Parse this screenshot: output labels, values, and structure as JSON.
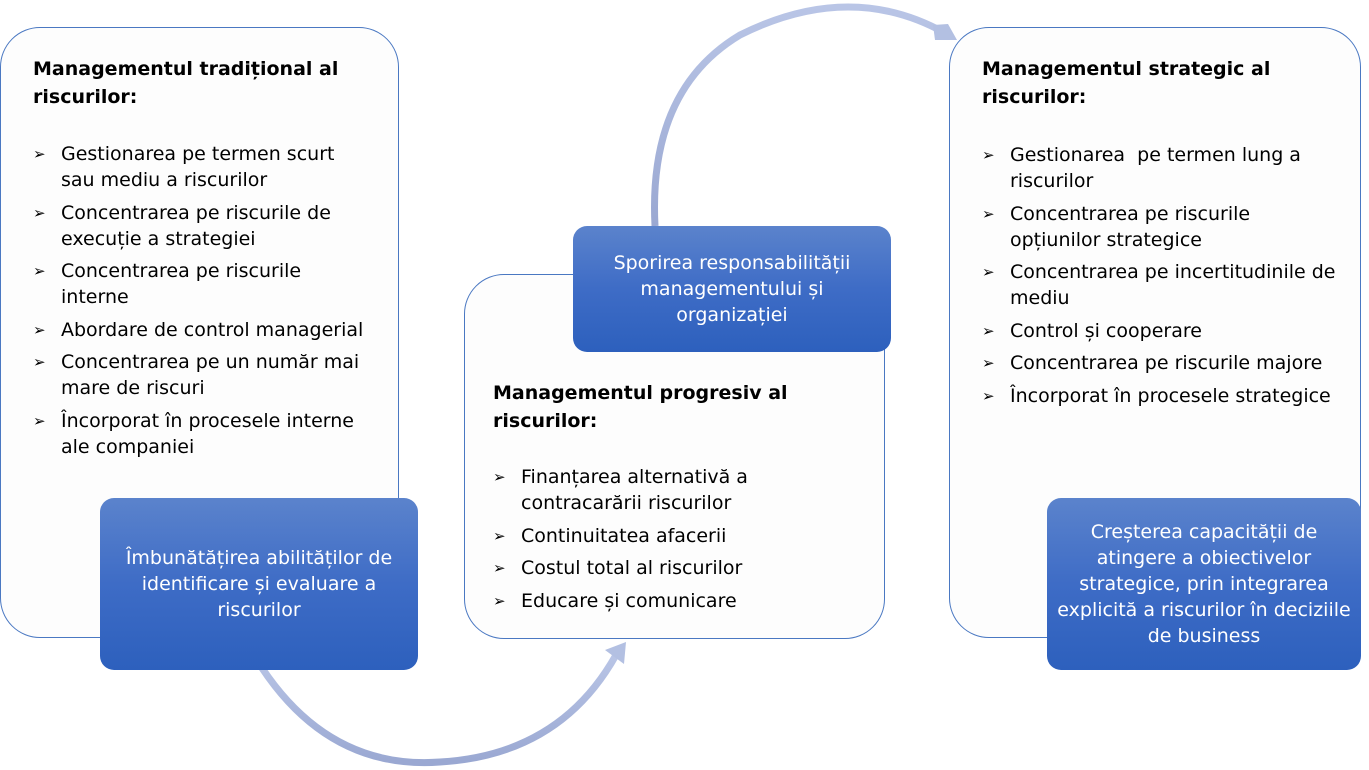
{
  "colors": {
    "panel_border": "#4a78c2",
    "callout_top": "#5b83cc",
    "callout_bottom": "#2d60bd",
    "arrow": "#b3c0e2"
  },
  "bullet_icon": "arrowhead-bullet",
  "bullet_glyph": "➢",
  "panels": [
    {
      "title": "Managementul tradițional al riscurilor:",
      "items": [
        "Gestionarea pe termen scurt sau mediu a riscurilor",
        "Concentrarea pe riscurile de execuție a strategiei",
        "Concentrarea pe riscurile interne",
        "Abordare de control managerial",
        "Concentrarea pe un număr mai mare de riscuri",
        "Încorporat în procesele interne ale companiei"
      ]
    },
    {
      "title": "Managementul progresiv al riscurilor:",
      "items": [
        "Finanțarea alternativă a contracarării riscurilor",
        "Continuitatea afacerii",
        "Costul total al riscurilor",
        "Educare și comunicare"
      ]
    },
    {
      "title": "Managementul strategic al riscurilor:",
      "items": [
        "Gestionarea  pe termen lung a riscurilor",
        "Concentrarea pe riscurile opțiunilor strategice",
        "Concentrarea pe incertitudinile de mediu",
        "Control și cooperare",
        "Concentrarea pe riscurile majore",
        "Încorporat în procesele strategice"
      ]
    }
  ],
  "callouts": [
    "Îmbunătățirea abilităților de identificare și evaluare a riscurilor",
    "Sporirea responsabilității managementului și organizației",
    "Creșterea capacității de atingere a obiectivelor strategice, prin integrarea explicită a riscurilor în deciziile de business"
  ]
}
